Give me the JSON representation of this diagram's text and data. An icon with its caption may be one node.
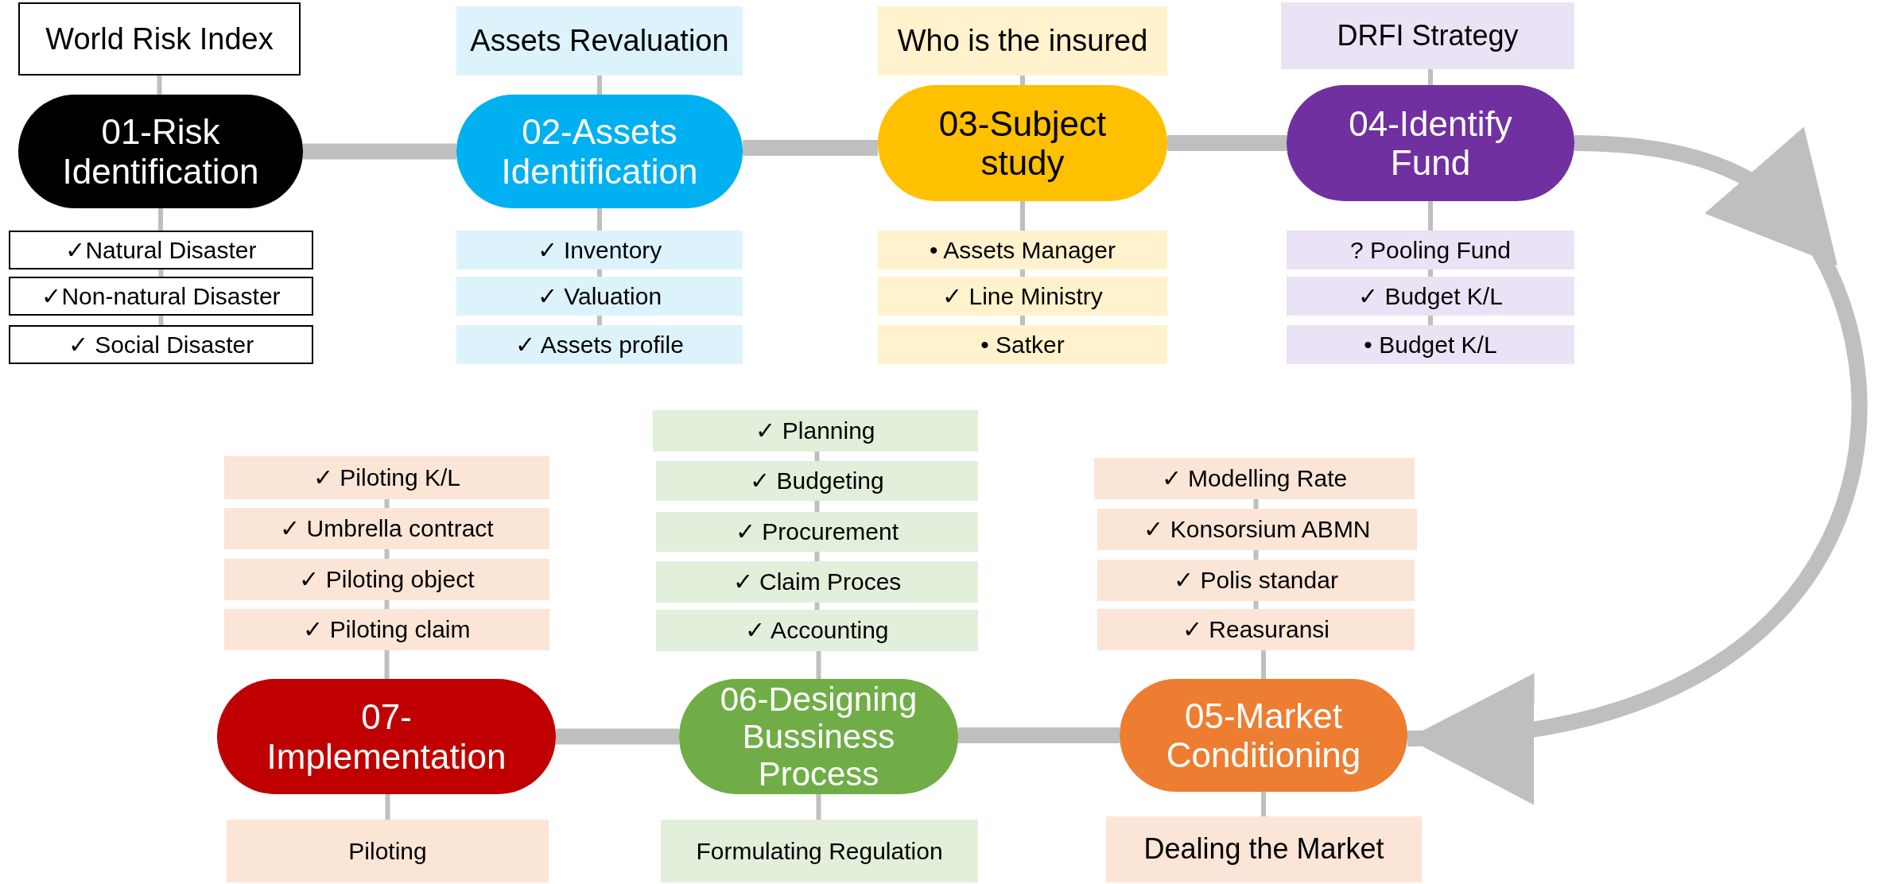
{
  "diagram": {
    "nodes": [
      {
        "text": [
          "World Risk Index"
        ]
      },
      {
        "text": [
          "01-Risk Identification"
        ]
      },
      {
        "text": [
          "✓Natural Disaster"
        ]
      },
      {
        "text": [
          "✓Non-natural Disaster"
        ]
      },
      {
        "text": [
          "✓ Social Disaster"
        ]
      },
      {
        "text": [
          "Assets Revaluation"
        ]
      },
      {
        "text": [
          "02-Assets Identification"
        ]
      },
      {
        "text": [
          "✓ Inventory"
        ]
      },
      {
        "text": [
          "✓ Valuation"
        ]
      },
      {
        "text": [
          "✓ Assets profile"
        ]
      },
      {
        "text": [
          "Who is the insured"
        ]
      },
      {
        "text": [
          "03-Subject study"
        ]
      },
      {
        "text": [
          "• Assets Manager"
        ]
      },
      {
        "text": [
          "✓ Line Ministry"
        ]
      },
      {
        "text": [
          "• Satker"
        ]
      },
      {
        "text": [
          "DRFI Strategy"
        ]
      },
      {
        "text": [
          "04-Identify Fund"
        ]
      },
      {
        "text": [
          "? Pooling Fund"
        ]
      },
      {
        "text": [
          "✓ Budget K/L"
        ]
      },
      {
        "text": [
          "• Budget K/L"
        ]
      },
      {
        "text": [
          "✓ Piloting K/L"
        ]
      },
      {
        "text": [
          "✓ Umbrella contract"
        ]
      },
      {
        "text": [
          "✓ Piloting object"
        ]
      },
      {
        "text": [
          "✓ Piloting claim"
        ]
      },
      {
        "text": [
          "07-Implementation"
        ]
      },
      {
        "text": [
          "Piloting"
        ]
      },
      {
        "text": [
          "✓ Planning"
        ]
      },
      {
        "text": [
          "✓ Budgeting"
        ]
      },
      {
        "text": [
          "✓ Procurement"
        ]
      },
      {
        "text": [
          "✓ Claim Proces"
        ]
      },
      {
        "text": [
          "✓ Accounting"
        ]
      },
      {
        "text": [
          "06-Designing Bussiness Process"
        ]
      },
      {
        "text": [
          "Formulating Regulation"
        ]
      },
      {
        "text": [
          "✓ Modelling Rate"
        ]
      },
      {
        "text": [
          "✓ Konsorsium ABMN"
        ]
      },
      {
        "text": [
          "✓ Polis standar"
        ]
      },
      {
        "text": [
          "✓ Reasuransi"
        ]
      },
      {
        "text": [
          "05-Market Conditioning"
        ]
      },
      {
        "text": [
          "Dealing the Market"
        ]
      }
    ],
    "edges": [
      {
        "from": 1,
        "to": 6,
        "arrow": "none",
        "style": "thick"
      },
      {
        "from": 6,
        "to": 11,
        "arrow": "none",
        "style": "thick"
      },
      {
        "from": 11,
        "to": 16,
        "arrow": "none",
        "style": "thick"
      },
      {
        "from": 16,
        "to": 37,
        "arrow": "to",
        "style": "thick"
      },
      {
        "from": 37,
        "to": 31,
        "arrow": "none",
        "style": "thick"
      },
      {
        "from": 31,
        "to": 24,
        "arrow": "none",
        "style": "thick"
      },
      {
        "from": 0,
        "to": 1,
        "arrow": "none"
      },
      {
        "from": 1,
        "to": 2,
        "arrow": "none"
      },
      {
        "from": 2,
        "to": 3,
        "arrow": "none"
      },
      {
        "from": 3,
        "to": 4,
        "arrow": "none"
      },
      {
        "from": 5,
        "to": 6,
        "arrow": "none"
      },
      {
        "from": 6,
        "to": 7,
        "arrow": "none"
      },
      {
        "from": 7,
        "to": 8,
        "arrow": "none"
      },
      {
        "from": 8,
        "to": 9,
        "arrow": "none"
      },
      {
        "from": 10,
        "to": 11,
        "arrow": "none"
      },
      {
        "from": 11,
        "to": 12,
        "arrow": "none"
      },
      {
        "from": 12,
        "to": 13,
        "arrow": "none"
      },
      {
        "from": 13,
        "to": 14,
        "arrow": "none"
      },
      {
        "from": 15,
        "to": 16,
        "arrow": "none"
      },
      {
        "from": 16,
        "to": 17,
        "arrow": "none"
      },
      {
        "from": 17,
        "to": 18,
        "arrow": "none"
      },
      {
        "from": 18,
        "to": 19,
        "arrow": "none"
      },
      {
        "from": 20,
        "to": 21,
        "arrow": "none"
      },
      {
        "from": 21,
        "to": 22,
        "arrow": "none"
      },
      {
        "from": 22,
        "to": 23,
        "arrow": "none"
      },
      {
        "from": 23,
        "to": 24,
        "arrow": "none"
      },
      {
        "from": 24,
        "to": 25,
        "arrow": "none"
      },
      {
        "from": 26,
        "to": 27,
        "arrow": "none"
      },
      {
        "from": 27,
        "to": 28,
        "arrow": "none"
      },
      {
        "from": 28,
        "to": 29,
        "arrow": "none"
      },
      {
        "from": 29,
        "to": 30,
        "arrow": "none"
      },
      {
        "from": 30,
        "to": 31,
        "arrow": "none"
      },
      {
        "from": 31,
        "to": 32,
        "arrow": "none"
      },
      {
        "from": 33,
        "to": 34,
        "arrow": "none"
      },
      {
        "from": 34,
        "to": 35,
        "arrow": "none"
      },
      {
        "from": 35,
        "to": 36,
        "arrow": "none"
      },
      {
        "from": 36,
        "to": 37,
        "arrow": "none"
      },
      {
        "from": 37,
        "to": 38,
        "arrow": "none"
      }
    ]
  }
}
